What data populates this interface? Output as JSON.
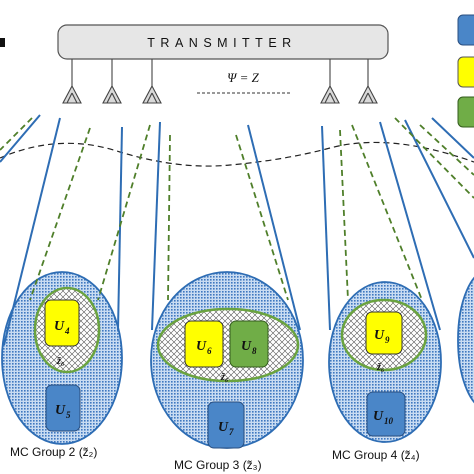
{
  "transmitter": {
    "label": "TRANSMITTER",
    "equation": "Ψ = Z"
  },
  "groups": [
    {
      "label": "MC Group 2 (z̃₂)"
    },
    {
      "label": "MC Group 3 (z̃₃)"
    },
    {
      "label": "MC Group 4 (z̃₄)"
    }
  ],
  "users": [
    {
      "main": "U",
      "sub": "4",
      "color": "#ffff00"
    },
    {
      "main": "U",
      "sub": "5",
      "color": "#4a86c8"
    },
    {
      "main": "U",
      "sub": "6",
      "color": "#ffff00"
    },
    {
      "main": "U",
      "sub": "8",
      "color": "#70ad47"
    },
    {
      "main": "U",
      "sub": "7",
      "color": "#4a86c8"
    },
    {
      "main": "U",
      "sub": "9",
      "color": "#ffff00"
    },
    {
      "main": "U",
      "sub": "10",
      "color": "#4a86c8"
    }
  ],
  "common_labels": [
    {
      "text": "z̃₆"
    },
    {
      "text": "z̃₆"
    },
    {
      "text": "z̃₆"
    }
  ],
  "legend": {
    "colors": [
      "#4a86c8",
      "#ffff00",
      "#70ad47"
    ]
  },
  "colors": {
    "beam_blue": "#2e6db4",
    "beam_green": "#4f7f2a",
    "hatch_blue": "#5b8fd0",
    "common_green": "#6aa33f"
  }
}
